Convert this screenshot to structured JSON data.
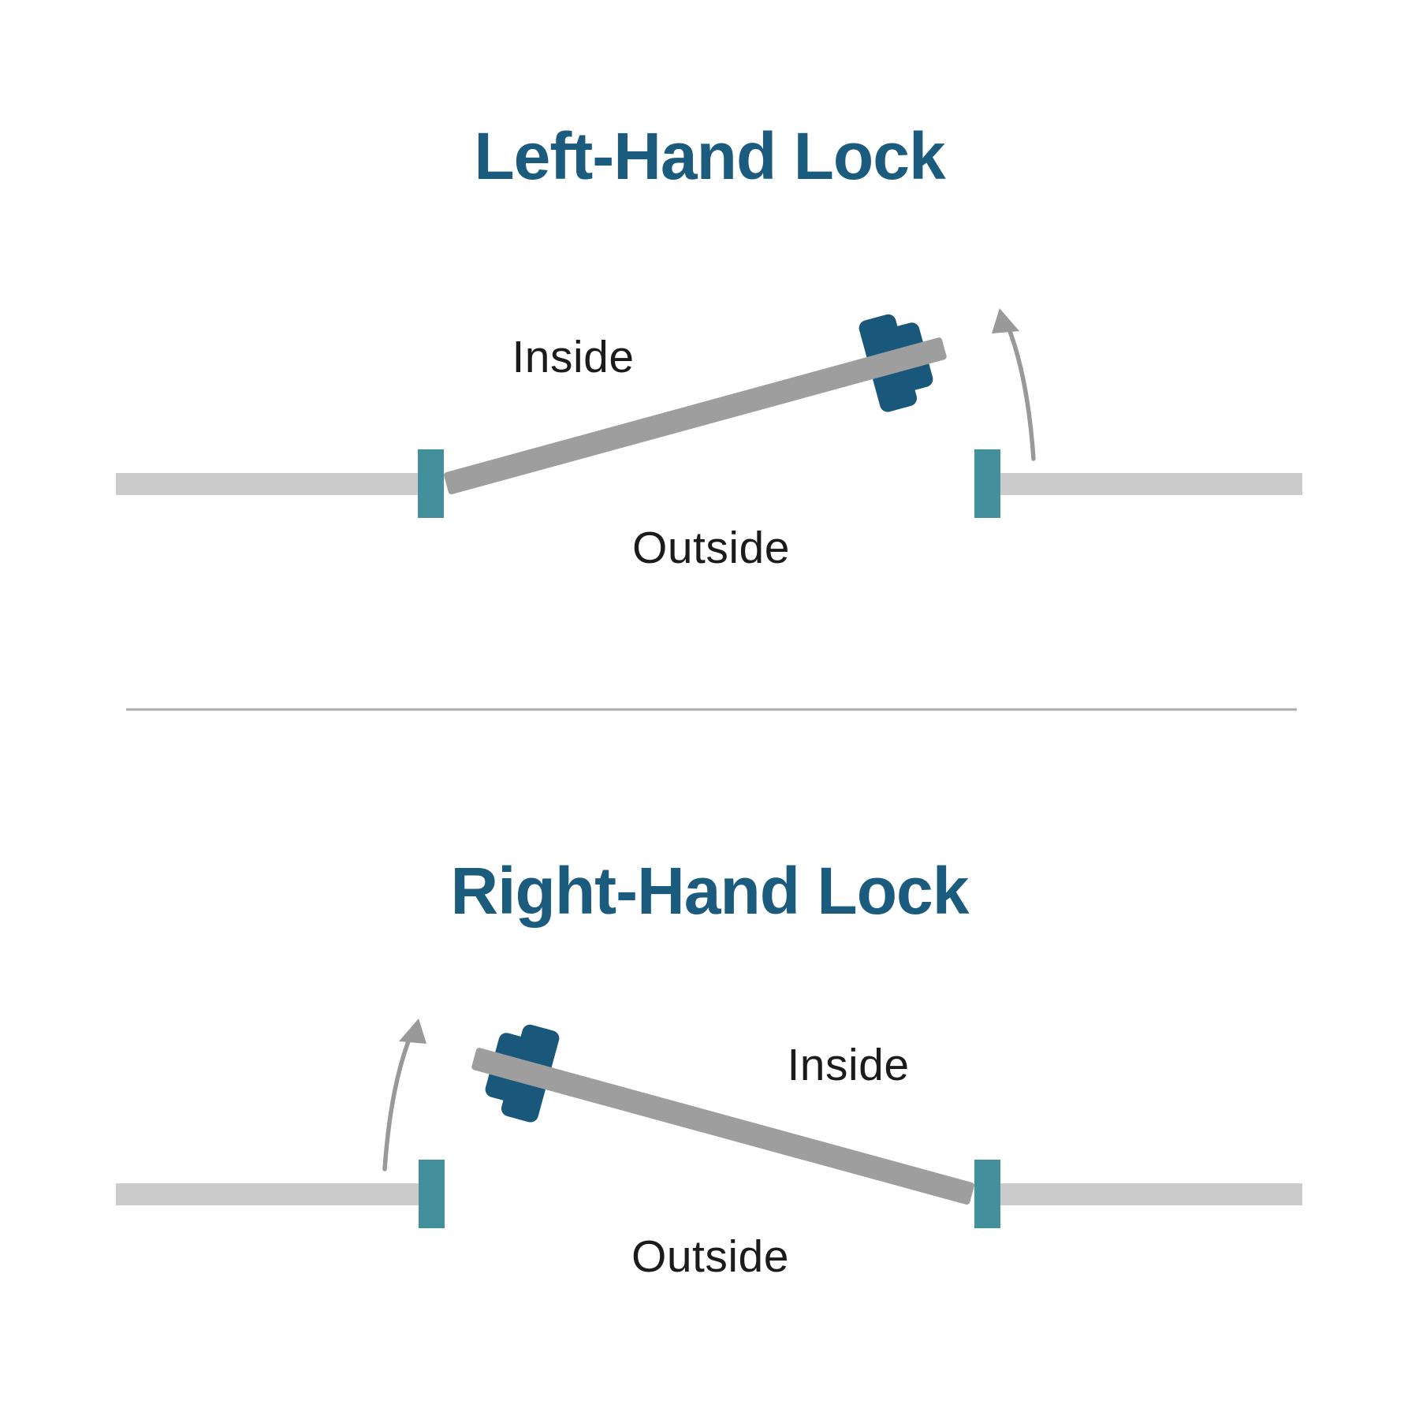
{
  "diagrams": [
    {
      "id": "left-hand-lock",
      "title": "Left-Hand Lock",
      "labels": {
        "inside": "Inside",
        "outside": "Outside"
      },
      "hinge_side": "left",
      "swing": "toward inside, counter-clockwise arrow near right jamb"
    },
    {
      "id": "right-hand-lock",
      "title": "Right-Hand Lock",
      "labels": {
        "inside": "Inside",
        "outside": "Outside"
      },
      "hinge_side": "right",
      "swing": "toward inside, clockwise arrow near left jamb"
    }
  ],
  "icons": {
    "arrow": "swing-direction-arrow",
    "lock": "lock-body-icon"
  },
  "colors": {
    "background": "#ffffff",
    "title_blue": "#1B5C7E",
    "lock_blue": "#19587A",
    "jamb_teal": "#43909C",
    "wall_gray": "#CBCBCB",
    "door_gray": "#9E9E9E",
    "arrow_gray": "#999999",
    "divider_gray": "#ABABAB",
    "label_text": "#1B1B1B"
  }
}
